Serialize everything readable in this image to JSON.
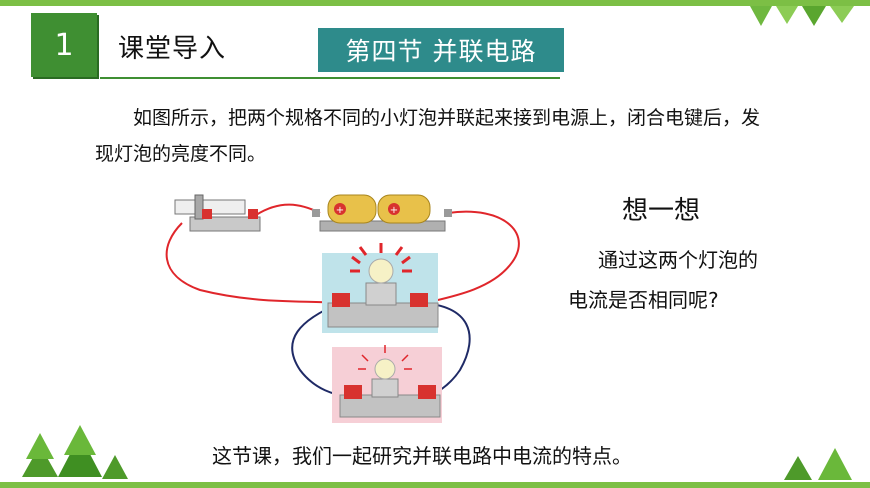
{
  "slide": {
    "number": "1",
    "section_title": "课堂导入",
    "chapter_title": "第四节  并联电路",
    "intro_text": "如图所示，把两个规格不同的小灯泡并联起来接到电源上，闭合电键后，发现灯泡的亮度不同。",
    "think_title": "想一想",
    "think_question_line1": "通过这两个灯泡的",
    "think_question_line2": "电流是否相同呢?",
    "summary": "这节课，我们一起研究并联电路中电流的特点。"
  },
  "colors": {
    "accent_green": "#3f8f32",
    "chapter_teal": "#2e8b8b",
    "wire_red": "#e0262b",
    "wire_navy": "#1f2a66",
    "lamp_panel_cyan": "#bfe3ea",
    "lamp_panel_pink": "#f6cfd6"
  },
  "icons": [
    "switch-icon",
    "battery-icon",
    "bulb-icon",
    "tree-icon"
  ]
}
